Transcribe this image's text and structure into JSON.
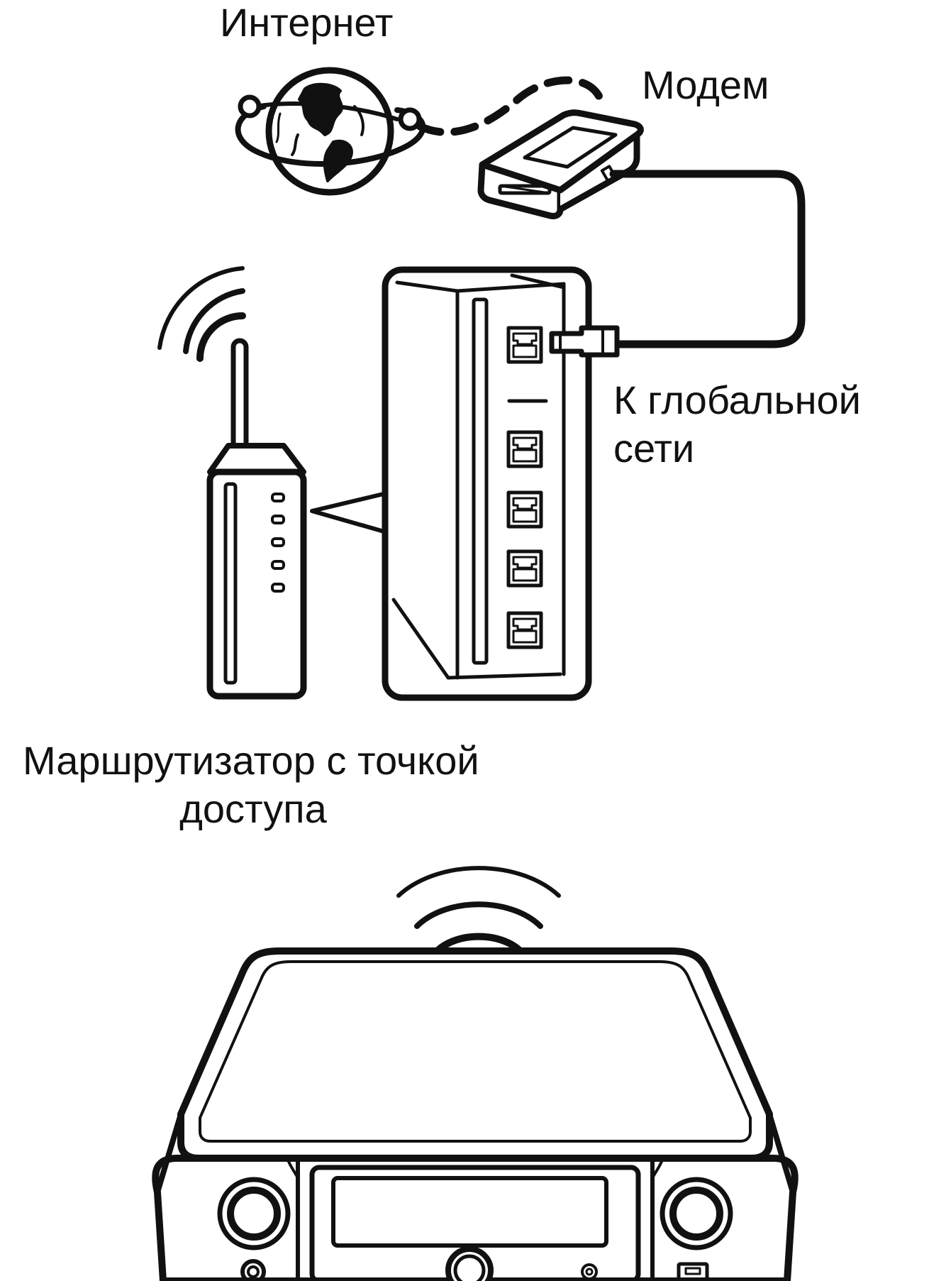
{
  "labels": {
    "internet": "Интернет",
    "modem": "Модем",
    "wan_line1": "К глобальной",
    "wan_line2": "сети",
    "router_line1": "Маршрутизатор с точкой",
    "router_line2": "доступа"
  },
  "icons": [
    "globe-icon",
    "modem-icon",
    "router-icon",
    "router-port-panel",
    "wifi-signal-icon",
    "receiver-icon"
  ],
  "colors": {
    "stroke": "#111111",
    "background": "#ffffff"
  }
}
